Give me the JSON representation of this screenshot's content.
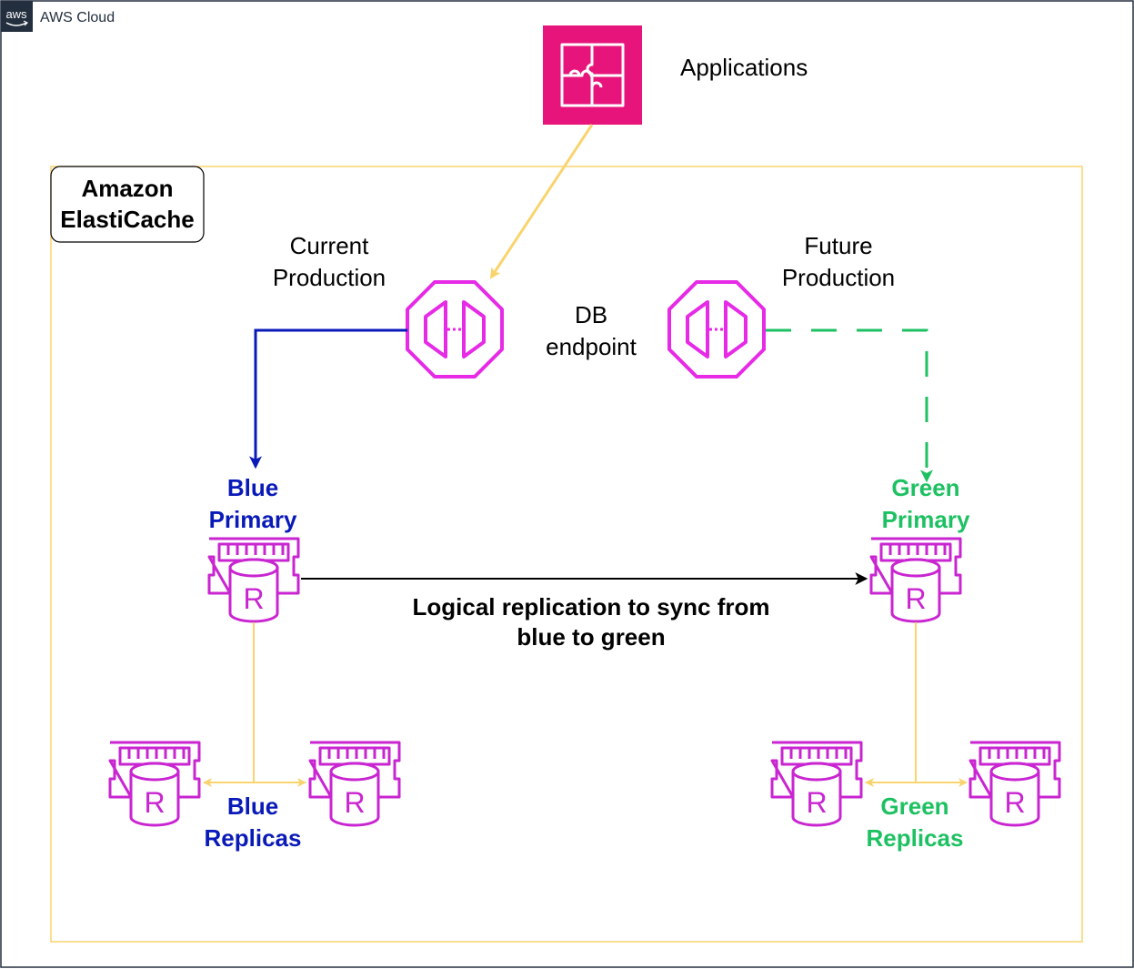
{
  "cloud": {
    "logo_text": "aws",
    "label": "AWS Cloud"
  },
  "applications": {
    "label": "Applications",
    "icon": "puzzle-icon",
    "color": "#E7157B"
  },
  "elasticache": {
    "title_line1": "Amazon",
    "title_line2": "ElastiCache",
    "border_color": "#F9D46E"
  },
  "endpoints": {
    "current_line1": "Current",
    "current_line2": "Production",
    "future_line1": "Future",
    "future_line2": "Production",
    "db_line1": "DB",
    "db_line2": "endpoint",
    "icon": "endpoint-icon",
    "color": "#E62AE6"
  },
  "blue": {
    "primary_line1": "Blue",
    "primary_line2": "Primary",
    "replicas_line1": "Blue",
    "replicas_line2": "Replicas",
    "color": "#0A1AB8"
  },
  "green": {
    "primary_line1": "Green",
    "primary_line2": "Primary",
    "replicas_line1": "Green",
    "replicas_line2": "Replicas",
    "color": "#1EC162"
  },
  "replication": {
    "line1": "Logical replication to sync from",
    "line2": "blue to green"
  },
  "node_icon": "elasticache-redis-node-icon",
  "connector_color": "#F9D46E"
}
